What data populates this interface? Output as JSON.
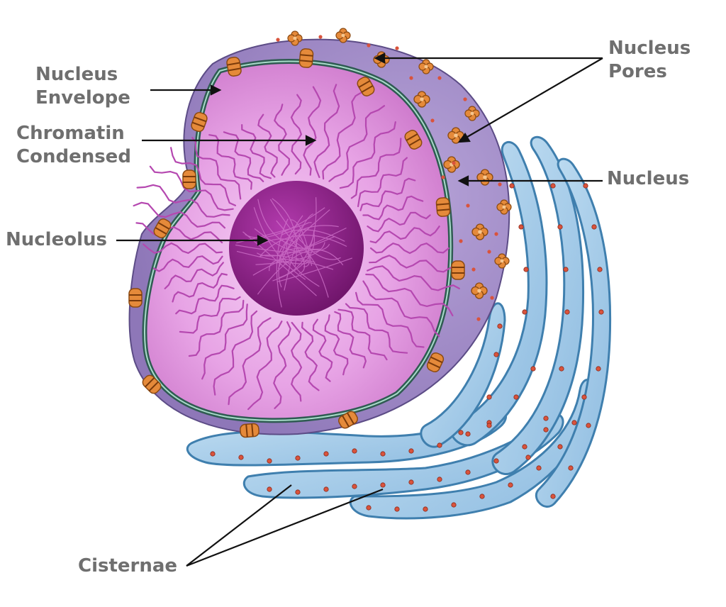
{
  "labels": {
    "nucleus_envelope": [
      "Nucleus",
      "Envelope"
    ],
    "chromatin_condensed": [
      "Chromatin",
      "Condensed"
    ],
    "nucleolus": "Nucleolus",
    "nucleus_pores": [
      "Nucleus",
      "Pores"
    ],
    "nucleus": "Nucleus",
    "cisternae": "Cisternae"
  },
  "colors": {
    "label_text": "#6f6f6f",
    "leader_line": "#111111",
    "nucleoplasm": "#e9a6e6",
    "nucleolus": "#8a1f86",
    "chromatin": "#c04dbb",
    "envelope": "#3b6b5e",
    "outer_surface": "#a58fc8",
    "pore": "#e58a3a",
    "er_fill": "#9fc8e6",
    "er_stroke": "#3f7fae",
    "ribosome": "#d9533c"
  },
  "icons": {
    "nuclear_pore": "nuclear-pore-icon",
    "ribosome": "ribosome-dot-icon"
  }
}
